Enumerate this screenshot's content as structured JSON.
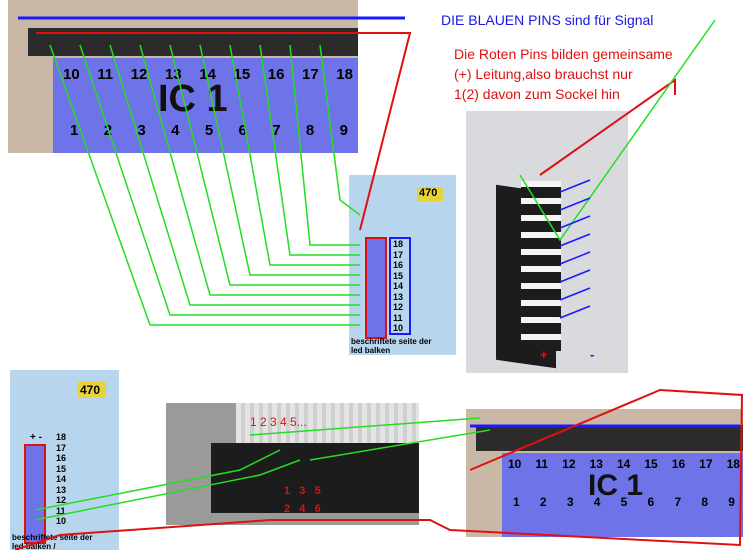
{
  "annotations": {
    "blue_pins": "DIE BLAUEN PINS sind für Signal",
    "red_pins_line1": "Die Roten Pins bilden gemeinsame",
    "red_pins_line2": "(+) Leitung,also brauchst nur",
    "red_pins_line3": "1(2) davon zum Sockel hin"
  },
  "ic_top": {
    "label": "IC 1",
    "top_pins": [
      "10",
      "11",
      "12",
      "13",
      "14",
      "15",
      "16",
      "17",
      "18"
    ],
    "bottom_pins": [
      "1",
      "2",
      "3",
      "4",
      "5",
      "6",
      "7",
      "8",
      "9"
    ]
  },
  "ic_bottom_right": {
    "label": "IC 1",
    "top_pins": [
      "10",
      "11",
      "12",
      "13",
      "14",
      "15",
      "16",
      "17",
      "18"
    ],
    "bottom_pins": [
      "1",
      "2",
      "3",
      "4",
      "5",
      "6",
      "7",
      "8",
      "9"
    ]
  },
  "led_bar_small": {
    "value": "470",
    "numbers": [
      "18",
      "17",
      "16",
      "15",
      "14",
      "13",
      "12",
      "11",
      "10"
    ],
    "caption_line1": "beschriftete seite der",
    "caption_line2": "led balken"
  },
  "led_bar_left": {
    "value": "470",
    "plus_minus": "+ -",
    "numbers": [
      "18",
      "17",
      "16",
      "15",
      "14",
      "13",
      "12",
      "11",
      "10"
    ],
    "caption_line1": "beschriftete seite der",
    "caption_line2": "led balken /"
  },
  "connector_photo": {
    "plus_mark": "+",
    "minus_mark": "-"
  },
  "ribbon_photo": {
    "top_numbers": "1 2 3  4 5...",
    "row1": "1   3   5",
    "row2": "2   4   6"
  },
  "colors": {
    "signal_wire": "#1a1aff",
    "common_wire": "#e01010",
    "connect_wire": "#22dd22",
    "ic_body": "#6f73e8"
  }
}
